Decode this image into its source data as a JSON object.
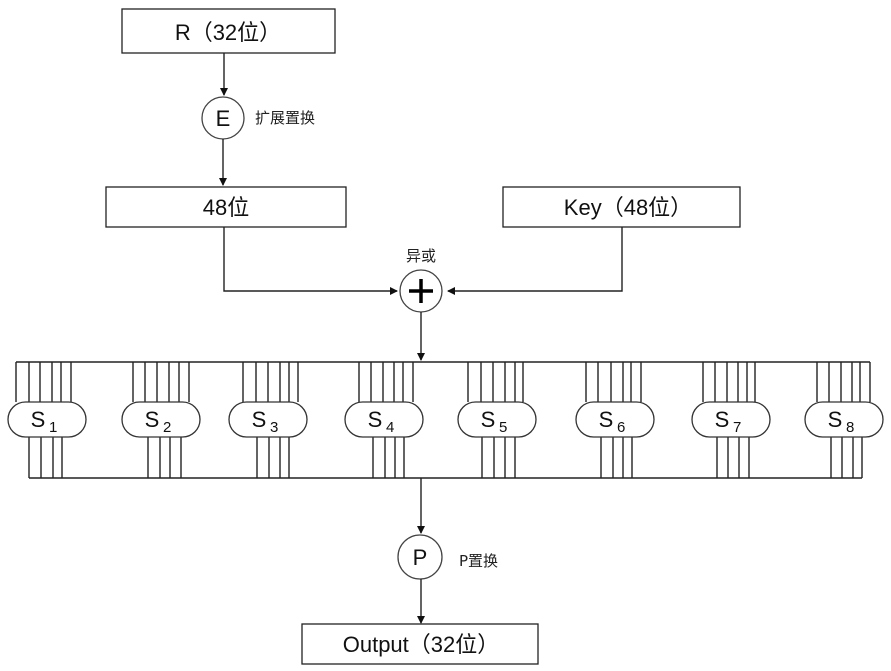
{
  "diagram": {
    "title": "DES round function (F function) structure",
    "r_box": {
      "label": "R（32位）"
    },
    "e_node": {
      "symbol": "E",
      "caption": "扩展置换"
    },
    "expanded_box": {
      "label": "48位"
    },
    "key_box": {
      "label": "Key（48位）"
    },
    "xor_node": {
      "symbol": "+",
      "caption": "异或"
    },
    "sboxes": [
      {
        "name": "S",
        "index": "1"
      },
      {
        "name": "S",
        "index": "2"
      },
      {
        "name": "S",
        "index": "3"
      },
      {
        "name": "S",
        "index": "4"
      },
      {
        "name": "S",
        "index": "5"
      },
      {
        "name": "S",
        "index": "6"
      },
      {
        "name": "S",
        "index": "7"
      },
      {
        "name": "S",
        "index": "8"
      }
    ],
    "sbox_inputs_each": 6,
    "sbox_outputs_each": 4,
    "p_node": {
      "symbol": "P",
      "caption": "P置换"
    },
    "output_box": {
      "label": "Output（32位）"
    }
  }
}
